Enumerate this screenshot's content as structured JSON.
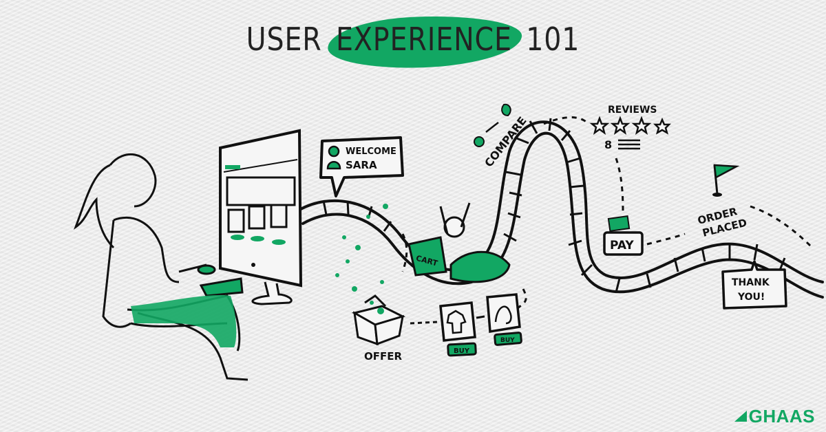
{
  "title": {
    "prefix": "USER",
    "highlight": "EXPERIENCE",
    "suffix": "101",
    "highlight_color": "#12a763"
  },
  "illustration": {
    "welcome_bubble": {
      "line1": "WELCOME",
      "line2": "SARA"
    },
    "cart_label": "CART",
    "compare_label": "COMPARE",
    "reviews_label": "REVIEWS",
    "review_stars": 4,
    "pay_label": "PAY",
    "order_label": {
      "line1": "ORDER",
      "line2": "PLACED"
    },
    "thanks_bubble": {
      "line1": "THANK",
      "line2": "YOU!"
    },
    "offer_label": "OFFER",
    "buy_buttons": [
      "BUY",
      "BUY"
    ],
    "ink_color": "#111111",
    "accent_color": "#12a763"
  },
  "brand": {
    "name": "GHAAS",
    "color": "#12a763"
  }
}
